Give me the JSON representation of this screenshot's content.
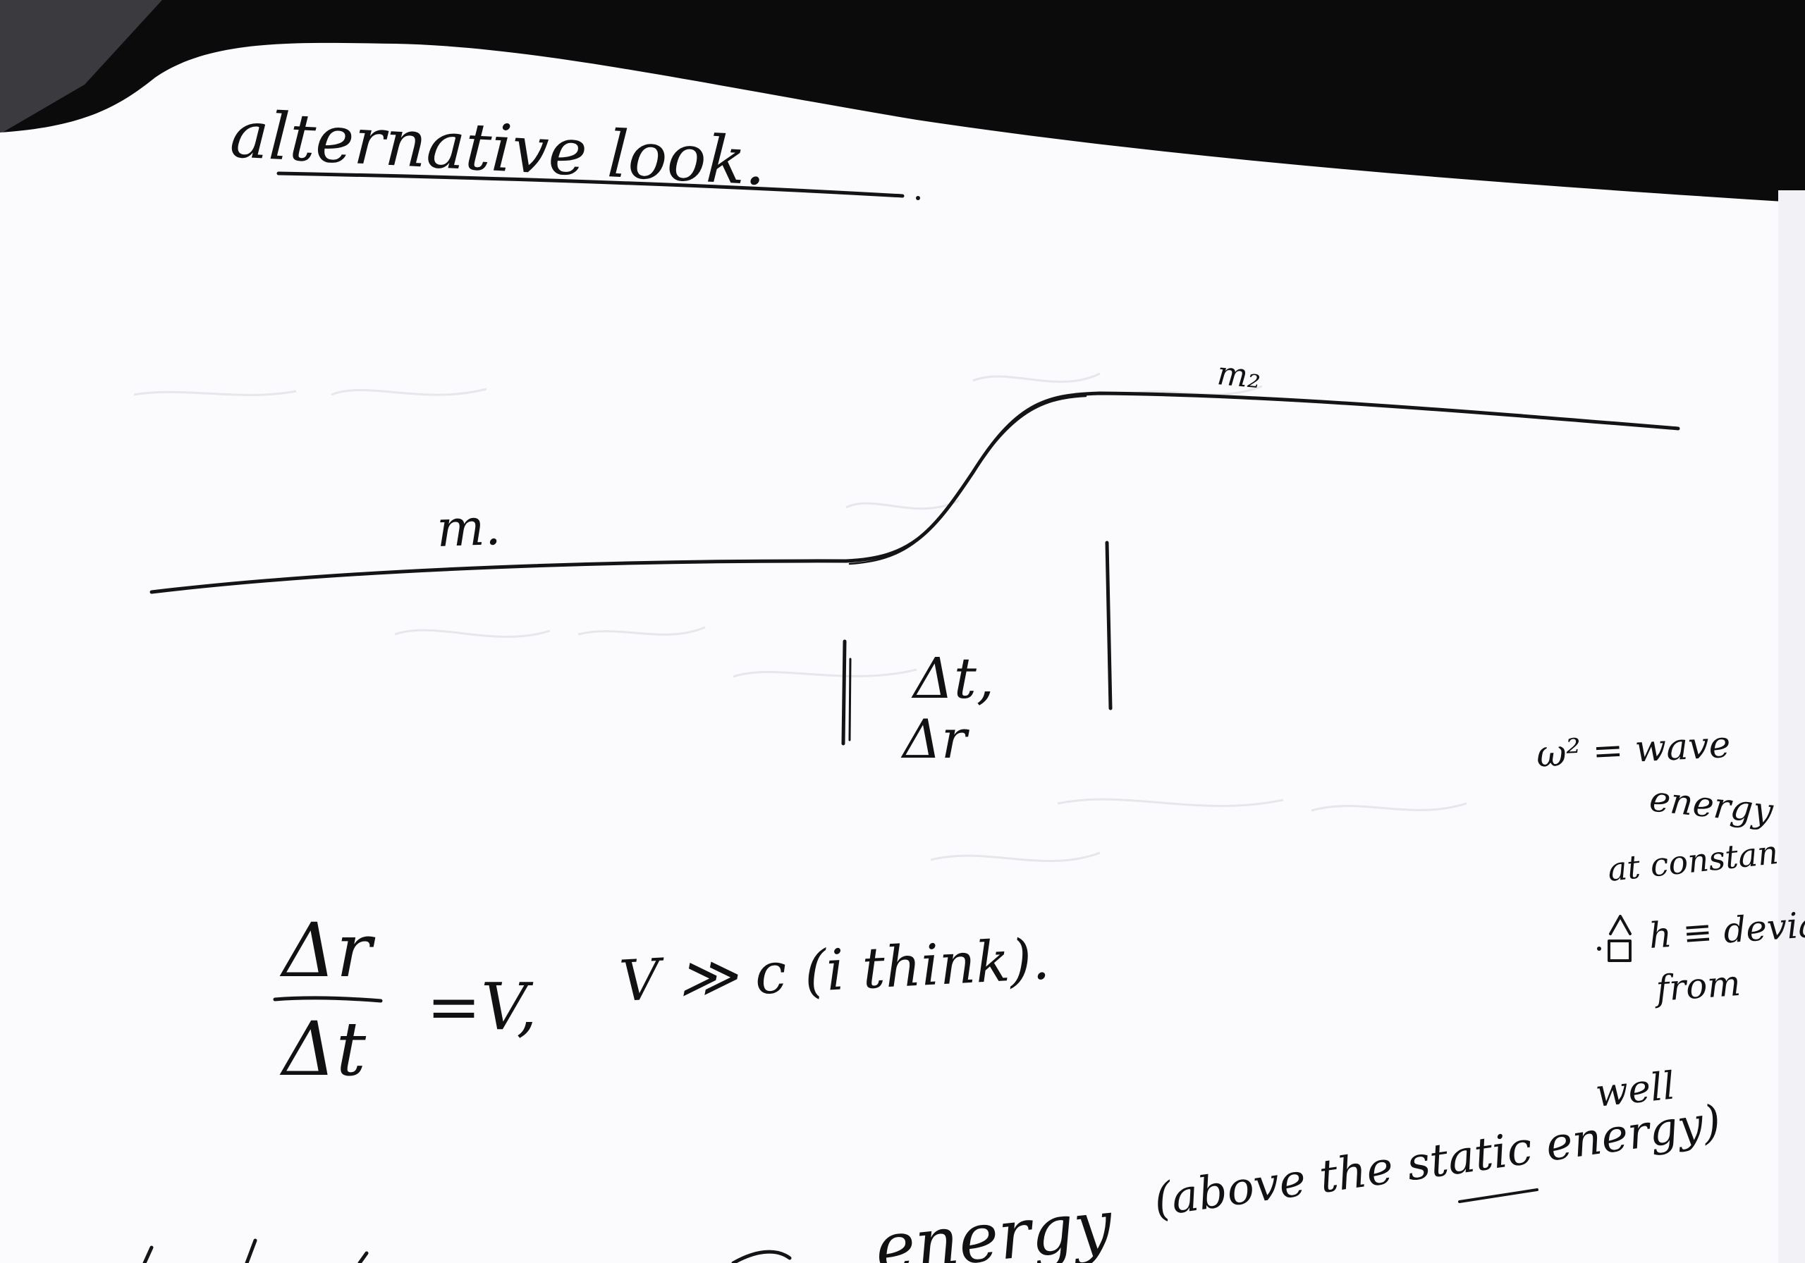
{
  "note": {
    "title": "alternative look.",
    "labels": {
      "m1": "m.",
      "m2": "m₂",
      "delta_t": "Δt,",
      "delta_r": "Δr",
      "frac_num": "Δr",
      "frac_den": "Δt",
      "eq_rhs": "=V,",
      "v_note": "V ≫ c (i think)."
    },
    "margin_note": {
      "line1": "ω² = wave",
      "line2": "energy",
      "line3": "at constan",
      "line4": "h ≡ devia",
      "line5": "from"
    },
    "bottom": {
      "well": "well",
      "paren": "(above the static energy)",
      "energy": "energy"
    }
  },
  "colors": {
    "paper": "#fbfbfd",
    "ink": "#141414",
    "background": "#0b0b0c",
    "bleed": "#e6e2ea"
  }
}
